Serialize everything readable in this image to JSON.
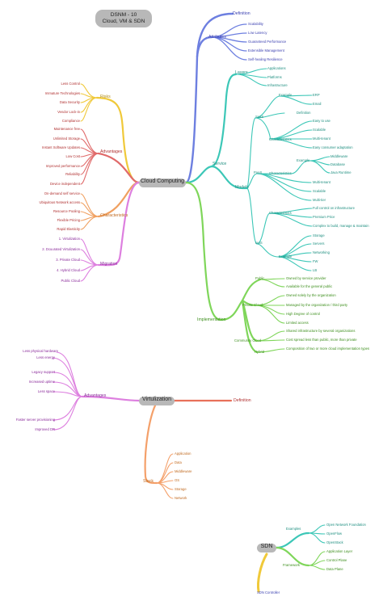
{
  "title": {
    "line1": "DSNM - 10",
    "line2": "Cloud, VM & SDN"
  },
  "colors": {
    "blue": "#6d7fe0",
    "teal": "#3cc7b7",
    "green": "#7fd65a",
    "yellow": "#f0c93a",
    "red": "#e06a6a",
    "orange": "#f0a060",
    "pink": "#dd7fdf",
    "orange2": "#f4a06a",
    "red2": "#e8705a",
    "text_blue": "#3a3fb0",
    "text_teal": "#1f8f80",
    "text_green": "#3e8f1e",
    "text_red": "#b03030",
    "text_purple": "#8a2a9a",
    "text_orange": "#c06a20"
  },
  "cloud": {
    "label": "Cloud Computing",
    "definition": "Definition",
    "attributes": {
      "label": "Attributes",
      "items": [
        "Scalability",
        "Low Latency",
        "Guaranteed Performance",
        "Extensible Management",
        "Self-healing Resilience"
      ]
    },
    "service": {
      "label": "Service",
      "layers": {
        "label": "Layers",
        "items": [
          "Applications",
          "Platforms",
          "Infrastructure"
        ]
      },
      "models": {
        "label": "Models",
        "saas": {
          "label": "SaaS",
          "example": {
            "label": "Example",
            "items": [
              "ERP",
              "Email"
            ]
          },
          "definition": "Definition",
          "characteristics": {
            "label": "Characteristics",
            "items": [
              "Easy to use",
              "Scalable",
              "Multi-tenant",
              "Easy consumer adaptation"
            ]
          }
        },
        "paas": {
          "label": "PaaS",
          "characteristics": "Characteristics",
          "example": {
            "label": "Example",
            "items": [
              "Middleware",
              "Database",
              "Java Runtime"
            ]
          },
          "items": [
            "Multi-tenant",
            "Scalable",
            "Multi-tier"
          ]
        },
        "iaas": {
          "label": "IaaS",
          "characteristics": {
            "label": "Characteristics",
            "items": [
              "Full control on infrastructure",
              "Premium Price",
              "Complex to build, manage & maintain"
            ]
          },
          "example": {
            "label": "Example",
            "items": [
              "Storage",
              "Servers",
              "Networking",
              "FW",
              "LB"
            ]
          }
        }
      }
    },
    "implementation": {
      "label": "Implementation",
      "public": {
        "label": "Public",
        "items": [
          "Owned by service provider",
          "Available for the general public"
        ]
      },
      "private": {
        "label": "Private Cloud",
        "items": [
          "Owned solely by the organization",
          "Managed by the organization / third party",
          "High Degree of control",
          "Limited access"
        ]
      },
      "community": {
        "label": "Community Cloud",
        "items": [
          "Shared infrastructure by several organizations",
          "Cost spread less than public, more than private"
        ]
      },
      "hybrid": {
        "label": "Hybrid",
        "items": [
          "Composition of two or more cloud implementation types"
        ]
      }
    },
    "risks": {
      "label": "Risks",
      "items": [
        "Less Control",
        "Immature Technologies",
        "Data Security",
        "Vendor Lock-in",
        "Compliance"
      ]
    },
    "advantages": {
      "label": "Advantages",
      "items": [
        "Maintenance free",
        "Unlimited Storage",
        "Instant Software Updates",
        "Low Cost",
        "Improved performance",
        "Reliability",
        "Device independent"
      ]
    },
    "characteristics": {
      "label": "Characteristics",
      "items": [
        "On-demand self service",
        "Ubiquitous Network access",
        "Resource Pooling",
        "Flexible Pricing",
        "Rapid Elasticity"
      ]
    },
    "migration": {
      "label": "Migration",
      "items": [
        "1. Virtulization",
        "2. Dcuurated Virtulization",
        "3. Private Cloud",
        "4. Hybrid Cloud",
        "Public Cloud"
      ]
    }
  },
  "virtualization": {
    "label": "Virtulization",
    "definition": "Definition",
    "advantages": {
      "label": "Advantages",
      "items": [
        "Less physical hardware",
        "Less energy",
        "Legacy support",
        "Increased uptime",
        "Less space",
        "Faster server provisioning",
        "Improved DR"
      ]
    },
    "stack": {
      "label": "Stack",
      "items": [
        "Application",
        "Data",
        "Middleware",
        "OS",
        "Storage",
        "Network"
      ]
    }
  },
  "sdn": {
    "label": "SDN",
    "examples": {
      "label": "Examples",
      "items": [
        "Open Network Foundation",
        "OpenFlow",
        "OpenStack"
      ]
    },
    "framework": {
      "label": "Framework",
      "items": [
        "Application Layer",
        "Control Plane",
        "Data Plane"
      ]
    },
    "controller": "SDN Controller"
  }
}
